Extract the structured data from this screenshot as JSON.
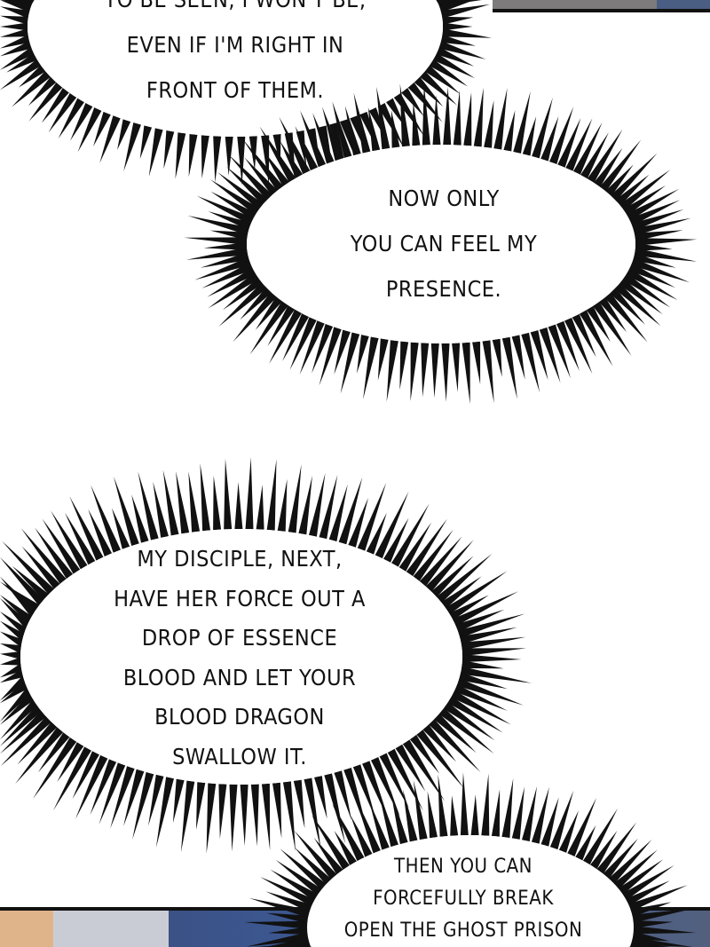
{
  "bubbles": [
    {
      "lines": [
        "TO BE SEEN, I WON'T BE,",
        "EVEN IF I'M RIGHT IN",
        "FRONT OF THEM."
      ]
    },
    {
      "lines": [
        "NOW ONLY",
        "YOU CAN FEEL MY",
        "PRESENCE."
      ]
    },
    {
      "lines": [
        "MY DISCIPLE, NEXT,",
        "HAVE HER FORCE OUT A",
        "DROP OF ESSENCE",
        "BLOOD AND LET YOUR",
        "BLOOD DRAGON",
        "SWALLOW IT."
      ]
    },
    {
      "lines": [
        "THEN YOU CAN",
        "FORCEFULLY BREAK",
        "OPEN THE GHOST PRISON"
      ]
    }
  ],
  "colors": {
    "ink": "#111111",
    "paper": "#ffffff",
    "sky": "#3c5a96"
  }
}
